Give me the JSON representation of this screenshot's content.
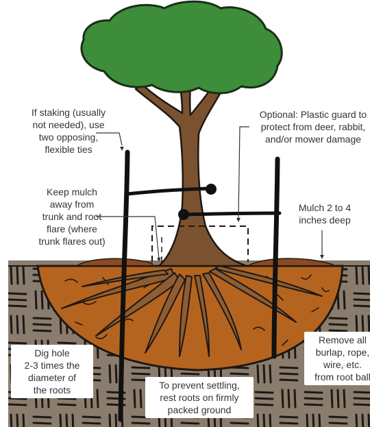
{
  "colors": {
    "soil_texture": "#8a7d6e",
    "hatch": "#1e1814",
    "backfill": "#b5641f",
    "mulch": "#8b4a22",
    "trunk": "#7a5230",
    "roots": "#8e5d33",
    "canopy": "#3d8d3a",
    "canopy_outline": "#1a2d16",
    "stake": "#111111",
    "label_text": "#333333"
  },
  "icons": [
    "tree-illustration",
    "stake",
    "flexible-tie",
    "plastic-guard",
    "leader-arrow"
  ],
  "labels": {
    "staking": [
      "If staking (usually",
      "not needed), use",
      "two opposing,",
      "flexible ties"
    ],
    "guard": [
      "Optional: Plastic guard to",
      "protect from deer, rabbit,",
      "and/or mower damage"
    ],
    "mulch_away": [
      "Keep mulch",
      "away from",
      "trunk and root",
      "flare (where",
      "trunk flares out)"
    ],
    "mulch_depth": [
      "Mulch 2 to 4",
      "inches deep"
    ],
    "dig_hole": [
      "Dig hole",
      "2-3 times the",
      "diameter of",
      "the roots"
    ],
    "settling": [
      "To prevent settling,",
      "rest roots on firmly",
      "packed ground"
    ],
    "remove": [
      "Remove all",
      "burlap, rope,",
      "wire, etc.",
      "from root ball"
    ]
  }
}
